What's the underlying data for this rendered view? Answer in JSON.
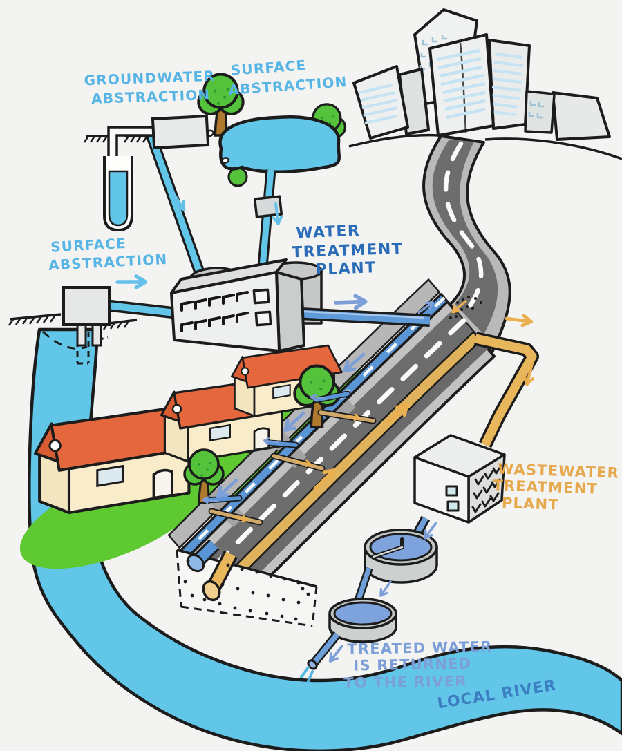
{
  "palette": {
    "background": "#f3f3f1",
    "outline": "#1c1c1c",
    "water_cyan": "#62c6e8",
    "pipe_clean_water": "#5a95d6",
    "pipe_treated_water": "#6f9fd9",
    "pipe_sewer_yellow": "#e0b25c",
    "tank_water_periwinkle": "#7ea3dc",
    "grass_green": "#5ec931",
    "tree_green": "#55c23c",
    "roof_red": "#e5673e",
    "house_wall_cream": "#f8ecca",
    "road_asphalt": "#6d6d6d",
    "road_shoulder": "#c2c2c2",
    "building_gray": "#edefee",
    "arrow_light_blue": "#66c1ea",
    "arrow_periwinkle": "#7d9fd8",
    "arrow_orange": "#eab04f",
    "label_light_blue": "#57b5e6",
    "label_dark_blue": "#2b6cb8",
    "label_orange": "#e6a84d",
    "label_periwinkle": "#7d9fd8",
    "label_river_blue": "#3b7ec2"
  },
  "labels": {
    "groundwater_abstraction": {
      "line1": "GROUNDWATER",
      "line2": "ABSTRACTION",
      "color": "#57b5e6"
    },
    "surface_abstraction_pond": {
      "line1": "SURFACE",
      "line2": "ABSTRACTION",
      "color": "#57b5e6"
    },
    "surface_abstraction_river": {
      "line1": "SURFACE",
      "line2": "ABSTRACTION",
      "color": "#57b5e6"
    },
    "water_treatment_plant": {
      "line1": "WATER",
      "line2": "TREATMENT",
      "line3": "PLANT",
      "color": "#2b6cb8"
    },
    "wastewater_treatment_plant": {
      "line1": "WASTEWATER",
      "line2": "TREATMENT",
      "line3": "PLANT",
      "color": "#e6a84d"
    },
    "treated_water_return": {
      "line1": "TREATED WATER",
      "line2": "IS RETURNED",
      "line3": "TO THE RIVER",
      "color": "#7d9fd8"
    },
    "local_river": {
      "line1": "LOCAL RIVER",
      "color": "#3b7ec2"
    }
  },
  "scene": {
    "components": [
      "city-skyline",
      "road-from-city",
      "surface-abstraction-pond",
      "groundwater-borehole",
      "well-pump",
      "river-intake-pump",
      "aquifer-water-column",
      "water-treatment-plant",
      "houses-with-red-roofs",
      "trees",
      "clean-water-main-pipe",
      "sewer-main-pipe",
      "underground-pipe-cutaway",
      "wastewater-treatment-plant",
      "settlement-tank-upper",
      "settlement-tank-lower",
      "river-outfall-pipe",
      "local-river"
    ]
  }
}
